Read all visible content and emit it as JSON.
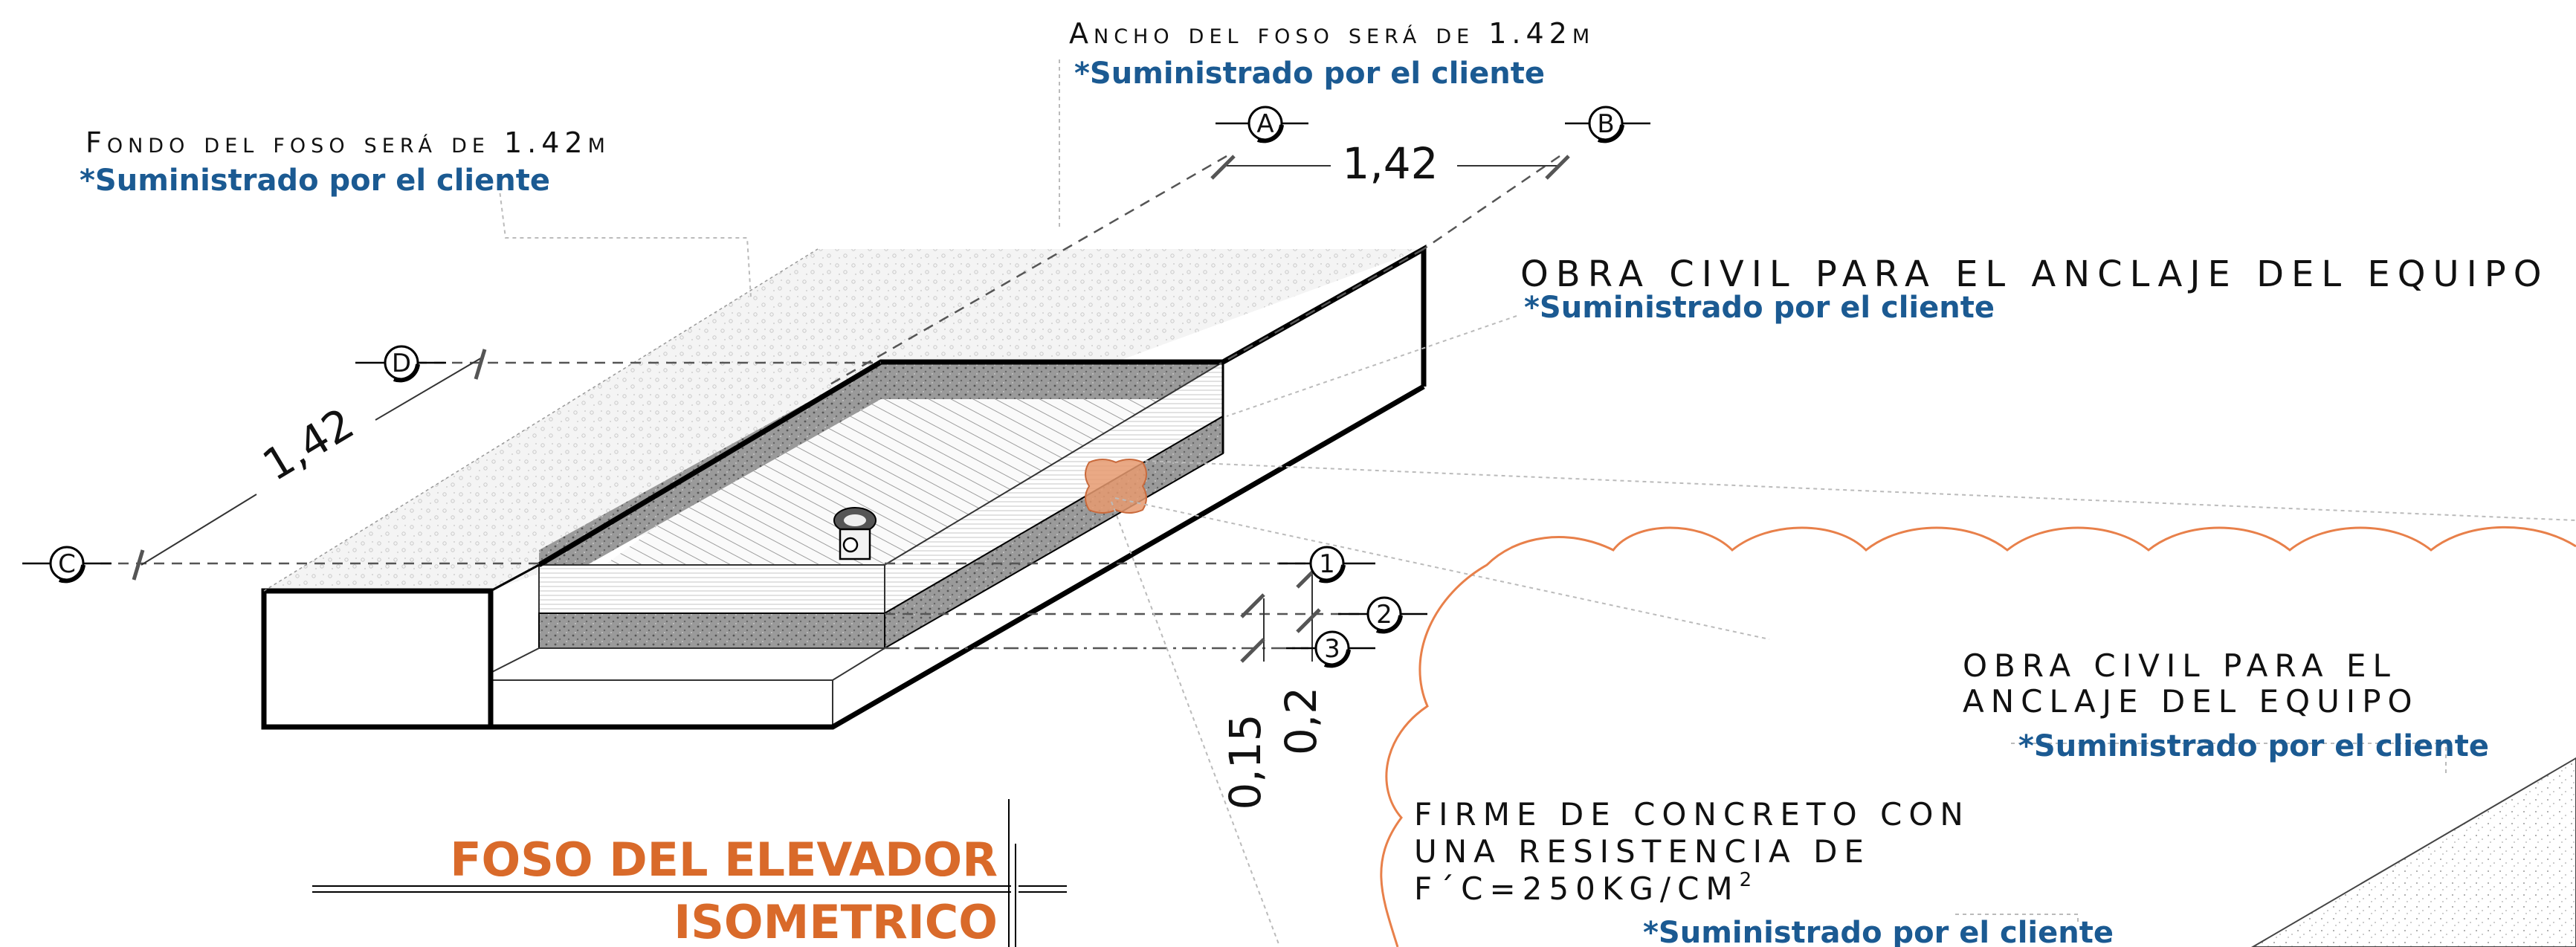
{
  "labels": {
    "ancho": "Ancho del foso será de 1.42m",
    "fondo": "Fondo del foso será de 1.42m",
    "obra_civil_1": "OBRA CIVIL PARA EL ANCLAJE DEL EQUIPO",
    "obra_civil_2_line1": "OBRA CIVIL PARA EL",
    "obra_civil_2_line2": "ANCLAJE DEL EQUIPO",
    "firme_line1": "FIRME DE CONCRETO CON",
    "firme_line2": "UNA RESISTENCIA DE",
    "firme_line3": "F´C=250KG/CM",
    "firme_sup": "2",
    "cliente": "*Suministrado por el cliente"
  },
  "title_block": {
    "title": "FOSO DEL ELEVADOR",
    "subtitle": "ISOMETRICO"
  },
  "dimensions": {
    "ancho": "1,42",
    "fondo": "1,42",
    "depth_a": "0,15",
    "depth_b": "0,2"
  },
  "grid_bubbles": [
    "A",
    "B",
    "C",
    "D"
  ],
  "level_bubbles": [
    "1",
    "2",
    "3"
  ],
  "colors": {
    "annotation_blue": "#1b5a92",
    "title_orange": "#d96a2a",
    "revision_cloud": "#e8804a"
  },
  "icons": [
    "pit-ladder-icon",
    "anchor-highlight-icon",
    "revision-cloud-icon"
  ]
}
